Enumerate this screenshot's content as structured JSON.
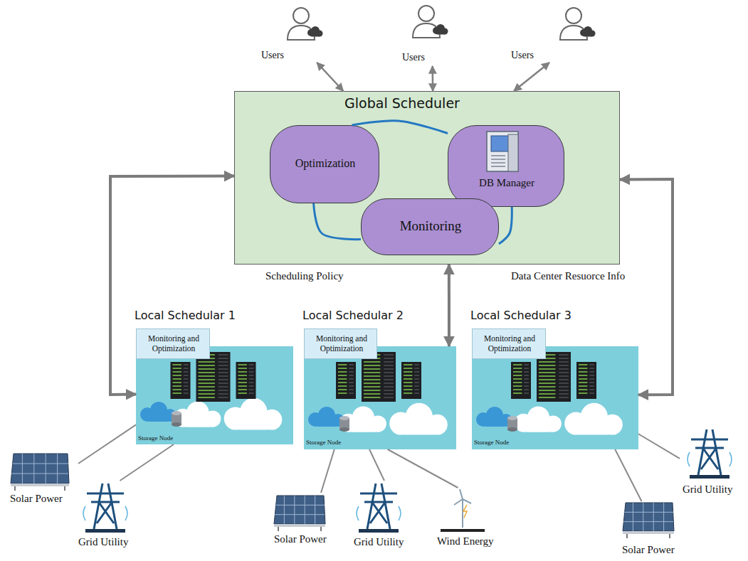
{
  "diagram": {
    "nodes": [
      {
        "text": [
          "Global Scheduler"
        ]
      },
      {
        "text": [
          "Optimization"
        ],
        "in": 0
      },
      {
        "text": [
          "DB Manager"
        ],
        "in": 0
      },
      {
        "text": [
          "Monitoring"
        ],
        "in": 0
      },
      {
        "text": [
          "Users"
        ]
      },
      {
        "text": [
          "Users"
        ]
      },
      {
        "text": [
          "Users"
        ]
      },
      {
        "text": [
          "Local Schedular 1",
          "Storage Node"
        ]
      },
      {
        "text": [
          "Monitoring and Optimization"
        ],
        "in": 7
      },
      {
        "text": [
          "Local Schedular 2",
          "Storage Node"
        ]
      },
      {
        "text": [
          "Monitoring and Optimization"
        ],
        "in": 9
      },
      {
        "text": [
          "Local Schedular 3",
          "Storage Node"
        ]
      },
      {
        "text": [
          "Monitoring and Optimization"
        ],
        "in": 11
      },
      {
        "text": [
          "Solar Power"
        ]
      },
      {
        "text": [
          "Grid Utility"
        ]
      },
      {
        "text": [
          "Solar Power"
        ]
      },
      {
        "text": [
          "Grid Utility"
        ]
      },
      {
        "text": [
          "Wind Energy"
        ]
      },
      {
        "text": [
          "Grid Utility"
        ]
      },
      {
        "text": [
          "Solar Power"
        ]
      }
    ],
    "edges": [
      {
        "from": 4,
        "to": 0,
        "arrow": "both"
      },
      {
        "from": 5,
        "to": 0,
        "arrow": "both"
      },
      {
        "from": 6,
        "to": 0,
        "arrow": "both"
      },
      {
        "from": 1,
        "to": 2,
        "arrow": "none"
      },
      {
        "from": 1,
        "to": 3,
        "arrow": "none"
      },
      {
        "from": 3,
        "to": 2,
        "arrow": "none"
      },
      {
        "from": 0,
        "to": 7,
        "arrow": "both"
      },
      {
        "from": 0,
        "to": 9,
        "arrow": "both"
      },
      {
        "from": 0,
        "to": 11,
        "arrow": "both"
      },
      {
        "from": 13,
        "to": 7,
        "arrow": "none"
      },
      {
        "from": 14,
        "to": 7,
        "arrow": "none"
      },
      {
        "from": 15,
        "to": 9,
        "arrow": "none"
      },
      {
        "from": 16,
        "to": 9,
        "arrow": "none"
      },
      {
        "from": 17,
        "to": 9,
        "arrow": "none"
      },
      {
        "from": 18,
        "to": 11,
        "arrow": "none"
      },
      {
        "from": 19,
        "to": 11,
        "arrow": "none"
      }
    ],
    "labels": [
      "Scheduling Policy",
      "Data Center Resuorce Info"
    ]
  }
}
